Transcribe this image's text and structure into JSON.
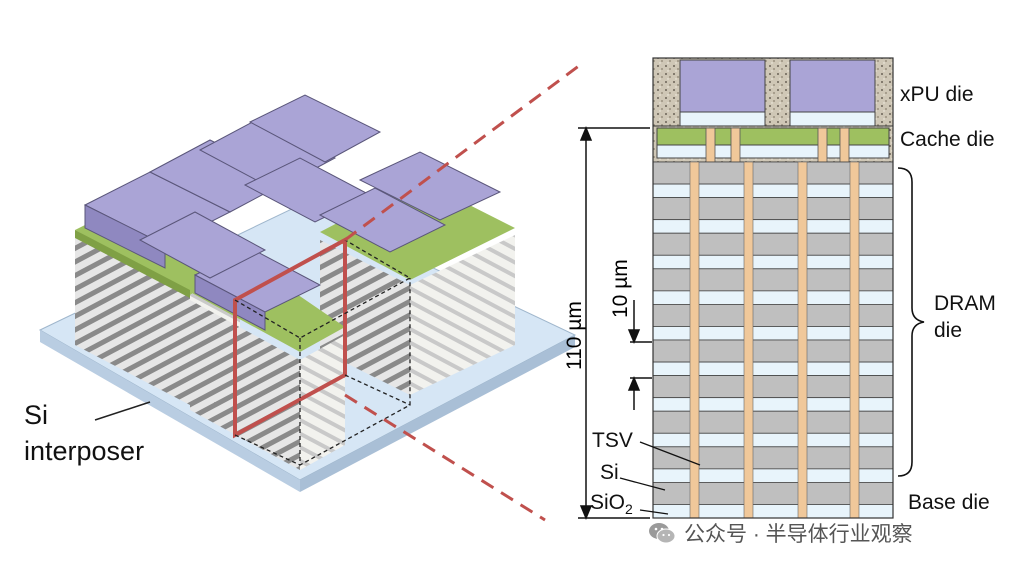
{
  "labels": {
    "si_interposer_line1": "Si",
    "si_interposer_line2": "interposer",
    "xpu_die": "xPU die",
    "cache_die": "Cache die",
    "dram_line1": "DRAM",
    "dram_line2": "die",
    "base_die": "Base die",
    "tsv": "TSV",
    "si": "Si",
    "sio2_main": "SiO",
    "sio2_sub": "2",
    "dim_110": "110 µm",
    "dim_10": "10 µm"
  },
  "watermark": {
    "text": "公众号 · 半导体行业观察",
    "icon": "wechat-icon"
  },
  "colors": {
    "xpu_purple": "#aaa4d6",
    "cache_green": "#9ec060",
    "tsv_copper": "#f0c89a",
    "dram_gray": "#bfbfbf",
    "dram_light": "#e8f4fb",
    "frame_red": "#c0504d",
    "interposer_blue": "#d6e6f5",
    "mold_speckle": "#b8b0a0"
  }
}
